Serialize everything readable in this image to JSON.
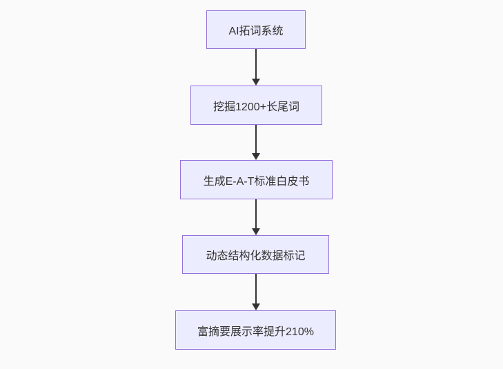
{
  "diagram": {
    "type": "flowchart",
    "direction": "top-down",
    "colors": {
      "background": "#fafafa",
      "node_fill": "#ececff",
      "node_border": "#9370db",
      "node_text": "#333333",
      "edge": "#333333"
    }
  },
  "flowchart": {
    "nodes": [
      {
        "id": "node-1",
        "label": "AI拓词系统"
      },
      {
        "id": "node-2",
        "label": "挖掘1200+长尾词"
      },
      {
        "id": "node-3",
        "label": "生成E-A-T标准白皮书"
      },
      {
        "id": "node-4",
        "label": "动态结构化数据标记"
      },
      {
        "id": "node-5",
        "label": "富摘要展示率提升210%"
      }
    ],
    "edges": [
      {
        "from": "node-1",
        "to": "node-2"
      },
      {
        "from": "node-2",
        "to": "node-3"
      },
      {
        "from": "node-3",
        "to": "node-4"
      },
      {
        "from": "node-4",
        "to": "node-5"
      }
    ]
  }
}
